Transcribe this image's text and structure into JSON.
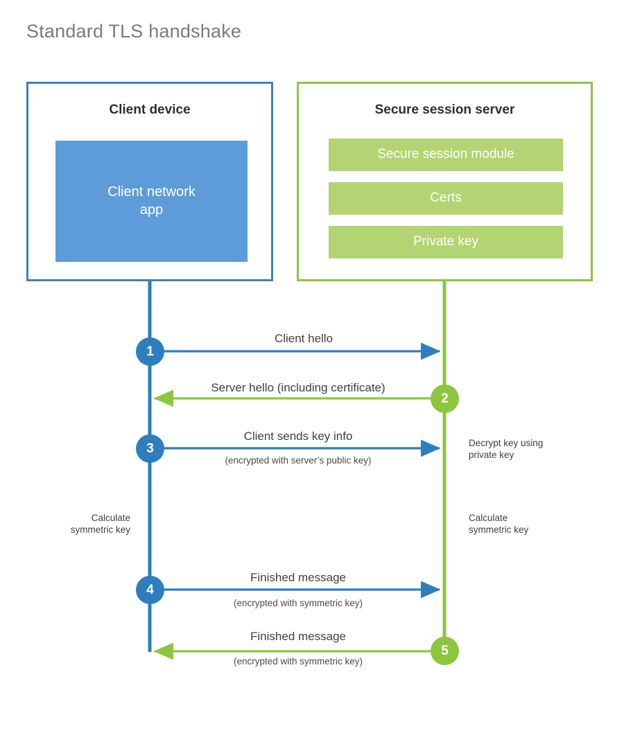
{
  "title": "Standard TLS handshake",
  "colors": {
    "client_border": "#3c7fc4",
    "client_fill": "#5d9cd8",
    "client_accent": "#2e7ebe",
    "server_border": "#8cc63f",
    "server_fill": "#b3d472",
    "server_accent": "#8cc63f",
    "title_text": "#7b7b7b",
    "body_text": "#3f3f3f",
    "background": "#ffffff"
  },
  "client": {
    "title": "Client device",
    "app_label": "Client network\napp"
  },
  "server": {
    "title": "Secure session server",
    "modules": [
      {
        "label": "Secure session module"
      },
      {
        "label": "Certs"
      },
      {
        "label": "Private key"
      }
    ]
  },
  "steps": [
    {
      "number": "1",
      "side": "client",
      "direction": "to-server",
      "label": "Client hello",
      "sublabel": ""
    },
    {
      "number": "2",
      "side": "server",
      "direction": "to-client",
      "label": "Server hello (including certificate)",
      "sublabel": ""
    },
    {
      "number": "3",
      "side": "client",
      "direction": "to-server",
      "label": "Client sends key info",
      "sublabel": "(encrypted with server’s public key)"
    },
    {
      "number": "4",
      "side": "client",
      "direction": "to-server",
      "label": "Finished message",
      "sublabel": "(encrypted with symmetric key)"
    },
    {
      "number": "5",
      "side": "server",
      "direction": "to-client",
      "label": "Finished message",
      "sublabel": "(encrypted with symmetric key)"
    }
  ],
  "notes": {
    "decrypt_key": "Decrypt key using\nprivate key",
    "client_calc": "Calculate\nsymmetric key",
    "server_calc": "Calculate\nsymmetric key"
  }
}
